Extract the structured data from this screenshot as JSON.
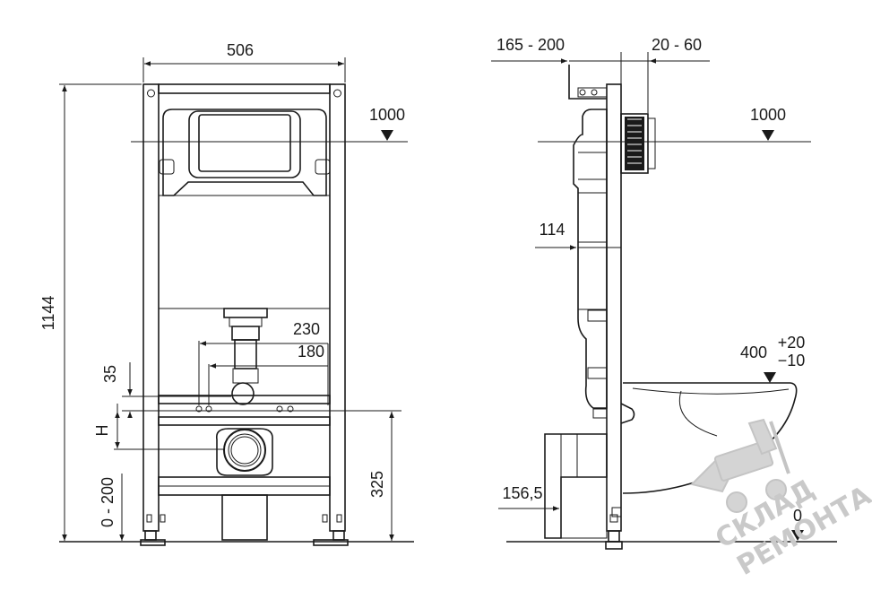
{
  "front_view": {
    "width_label": "506",
    "height_label": "1144",
    "mark_1000_label": "1000",
    "pipe_230_label": "230",
    "pipe_180_label": "180",
    "dim_35_label": "35",
    "dim_h_label": "H",
    "adjust_label": "0 - 200",
    "dim_325_label": "325"
  },
  "side_view": {
    "depth_top_label": "165 - 200",
    "wall_gap_label": "20 - 60",
    "mark_1000_label": "1000",
    "dim_114_label": "114",
    "bowl_height_label": "400",
    "tol_plus_label": "+20",
    "tol_minus_label": "−10",
    "outlet_label": "156,5",
    "floor_zero_label": "0"
  },
  "watermark": {
    "line1": "СКЛАД",
    "line2": "РЕМОНТА"
  },
  "colors": {
    "line": "#1a1a1a",
    "watermark": "#c9c9c9"
  }
}
